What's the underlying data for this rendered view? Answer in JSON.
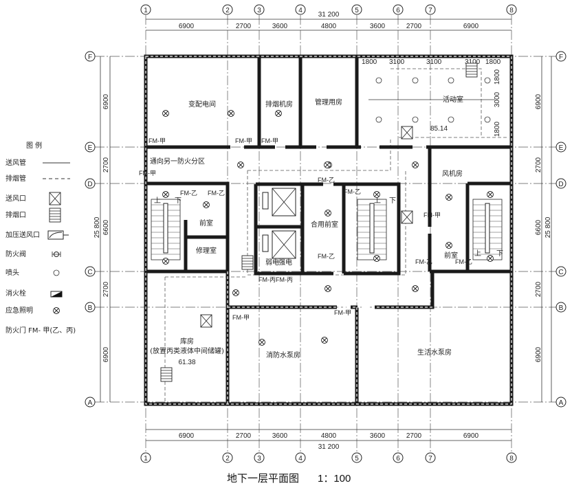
{
  "title": "地下一层平面图",
  "scale": "1：100",
  "axes": {
    "columns": [
      "1",
      "2",
      "3",
      "4",
      "5",
      "6",
      "7",
      "8"
    ],
    "rows": [
      "F",
      "E",
      "D",
      "C",
      "B",
      "A"
    ]
  },
  "dims": {
    "top_total": "31 200",
    "bottom_total": "31 200",
    "horizontal": [
      "6900",
      "2700",
      "3600",
      "4800",
      "3600",
      "2700",
      "6900"
    ],
    "vertical": [
      "6900",
      "2700",
      "6600",
      "2700",
      "6900"
    ],
    "vertical_total": "25 800",
    "activity_h": [
      "1800",
      "3100",
      "3100",
      "3100",
      "1800"
    ],
    "activity_v": [
      "1800",
      "3000",
      "1800"
    ]
  },
  "rooms": {
    "substation": "变配电间",
    "smoke_fan": "排烟机房",
    "management": "管理用房",
    "activity": "活动室",
    "activity_area": "85.14",
    "fan_room": "风机房",
    "shared_lobby": "合用前室",
    "lobby_left": "前室",
    "lobby_right": "前室",
    "repair": "修理室",
    "storage": "库房",
    "storage_note": "(放置丙类液体中间储罐)",
    "storage_area": "61.38",
    "fire_pump": "消防水泵房",
    "domestic_pump": "生活水泵房",
    "weak_elec": "弱电",
    "strong_elec": "强电",
    "exit_note": "通向另一防火分区"
  },
  "doors": {
    "fm_a": "FM-甲",
    "fm_b": "FM-乙",
    "fm_c": "FM-丙",
    "fm_c2": "FM-丙FM-丙"
  },
  "stairs": {
    "up": "上",
    "down": "下"
  },
  "legend": {
    "title": "图  例",
    "items": [
      {
        "label": "送风管",
        "icon": "supply-duct-line"
      },
      {
        "label": "排烟管",
        "icon": "smoke-duct-dashed"
      },
      {
        "label": "送风口",
        "icon": "supply-vent"
      },
      {
        "label": "排烟口",
        "icon": "smoke-vent"
      },
      {
        "label": "加压送风口",
        "icon": "pressurized-vent"
      },
      {
        "label": "防火阀",
        "icon": "fire-damper"
      },
      {
        "label": "喷头",
        "icon": "sprinkler"
      },
      {
        "label": "消火栓",
        "icon": "fire-hydrant"
      },
      {
        "label": "应急照明",
        "icon": "emergency-light"
      }
    ],
    "door_note": "防火门 FM- 甲(乙、丙)"
  }
}
